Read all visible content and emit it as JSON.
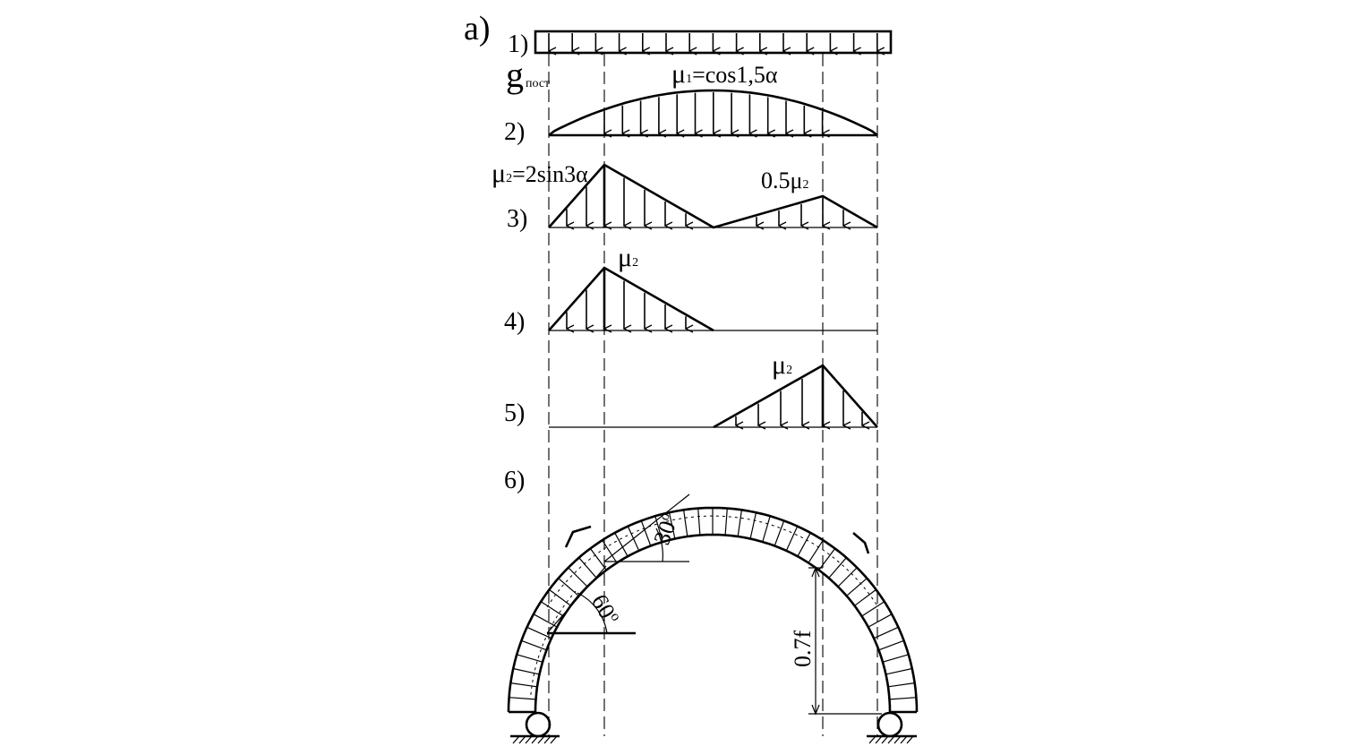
{
  "figure": {
    "panel_label": "а)",
    "case_labels": [
      "1)",
      "2)",
      "3)",
      "4)",
      "5)",
      "6)"
    ],
    "load_labels": {
      "g_symbol": "g",
      "g_subscript": "пост",
      "mu1_symbol": "μ",
      "mu1_subscript": "1",
      "mu1_rest": "=cos1,5α",
      "mu2_symbol": "μ",
      "mu2_subscript": "2",
      "mu2_rest": "=2sin3α",
      "half_mu2_prefix": "0.5μ",
      "half_mu2_subscript": "2",
      "mu2_case4_symbol": "μ",
      "mu2_case4_subscript": "2",
      "mu2_case5_symbol": "μ",
      "mu2_case5_subscript": "2"
    },
    "arch_labels": {
      "angle_upper": "30",
      "angle_lower": "60",
      "degree": "o",
      "rise_label": "0.7f"
    }
  }
}
